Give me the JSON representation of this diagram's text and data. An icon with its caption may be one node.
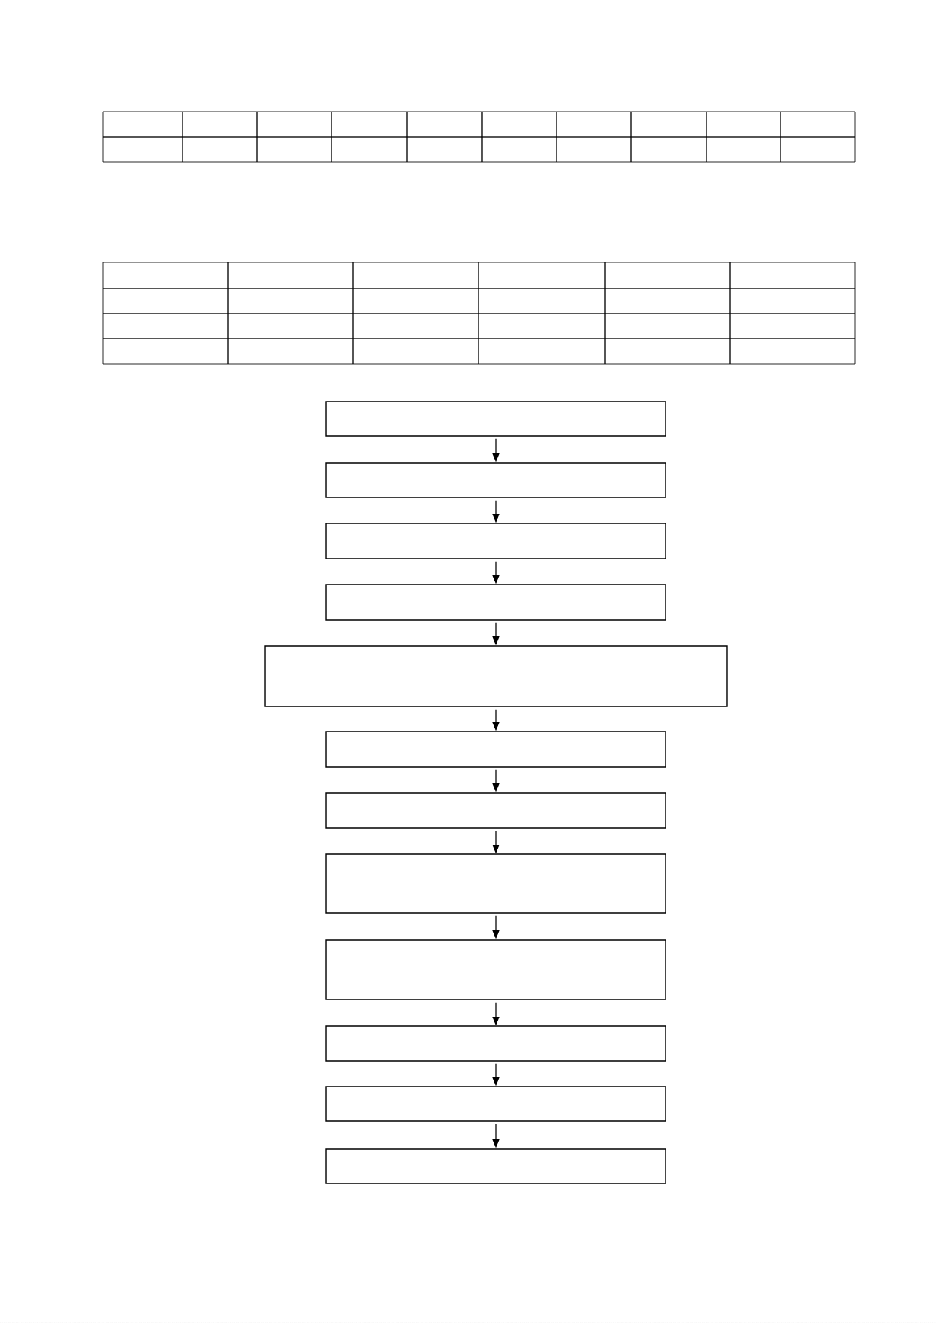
{
  "diagram": {
    "nodes": [
      {
        "text": [],
        "shape": "box"
      },
      {
        "text": [],
        "shape": "box"
      },
      {
        "text": [],
        "shape": "box"
      },
      {
        "text": [],
        "shape": "box"
      },
      {
        "text": [],
        "shape": "box"
      },
      {
        "text": [],
        "shape": "box"
      },
      {
        "text": [],
        "shape": "box"
      },
      {
        "text": [],
        "shape": "box"
      },
      {
        "text": [],
        "shape": "box"
      },
      {
        "text": [],
        "shape": "box"
      },
      {
        "text": [],
        "shape": "box"
      },
      {
        "text": [],
        "shape": "box"
      }
    ],
    "edges": [
      {
        "from": 0,
        "to": 1,
        "arrow": "to"
      },
      {
        "from": 1,
        "to": 2,
        "arrow": "to"
      },
      {
        "from": 2,
        "to": 3,
        "arrow": "to"
      },
      {
        "from": 3,
        "to": 4,
        "arrow": "to"
      },
      {
        "from": 4,
        "to": 5,
        "arrow": "to"
      },
      {
        "from": 5,
        "to": 6,
        "arrow": "to"
      },
      {
        "from": 6,
        "to": 7,
        "arrow": "to"
      },
      {
        "from": 7,
        "to": 8,
        "arrow": "to"
      },
      {
        "from": 8,
        "to": 9,
        "arrow": "to"
      },
      {
        "from": 9,
        "to": 10,
        "arrow": "to"
      },
      {
        "from": 10,
        "to": 11,
        "arrow": "to"
      }
    ]
  }
}
